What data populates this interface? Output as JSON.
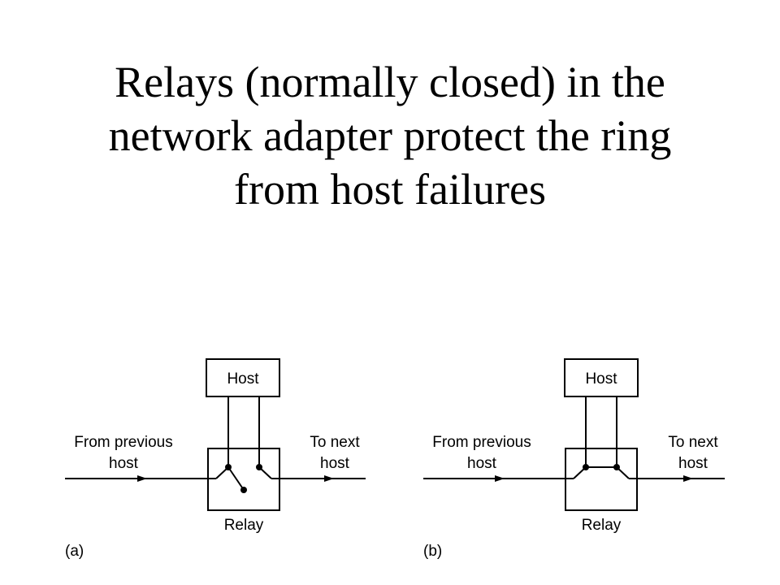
{
  "slide": {
    "title_lines": [
      "Relays (normally closed) in the",
      "network adapter protect the ring",
      "from host failures"
    ]
  },
  "figures": [
    {
      "id": "a",
      "state": "host-connected",
      "host_label": "Host",
      "relay_label": "Relay",
      "input_label": [
        "From previous",
        "host"
      ],
      "output_label": [
        "To next",
        "host"
      ],
      "caption": "(a)"
    },
    {
      "id": "b",
      "state": "host-bypassed",
      "host_label": "Host",
      "relay_label": "Relay",
      "input_label": [
        "From previous",
        "host"
      ],
      "output_label": [
        "To next",
        "host"
      ],
      "caption": "(b)"
    }
  ]
}
